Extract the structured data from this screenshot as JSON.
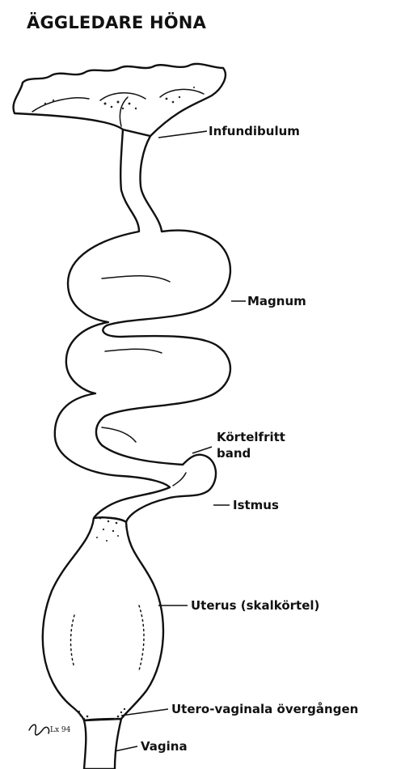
{
  "title": "ÄGGLEDARE HÖNA",
  "labels": {
    "infundibulum": "Infundibulum",
    "magnum": "Magnum",
    "kortelfritt_band_line1": "Körtelfritt",
    "kortelfritt_band_line2": "band",
    "istmus": "Istmus",
    "uterus": "Uterus (skalkörtel)",
    "utero_vaginala": "Utero-vaginala övergången",
    "vagina": "Vagina"
  },
  "signature": "Lx 94"
}
